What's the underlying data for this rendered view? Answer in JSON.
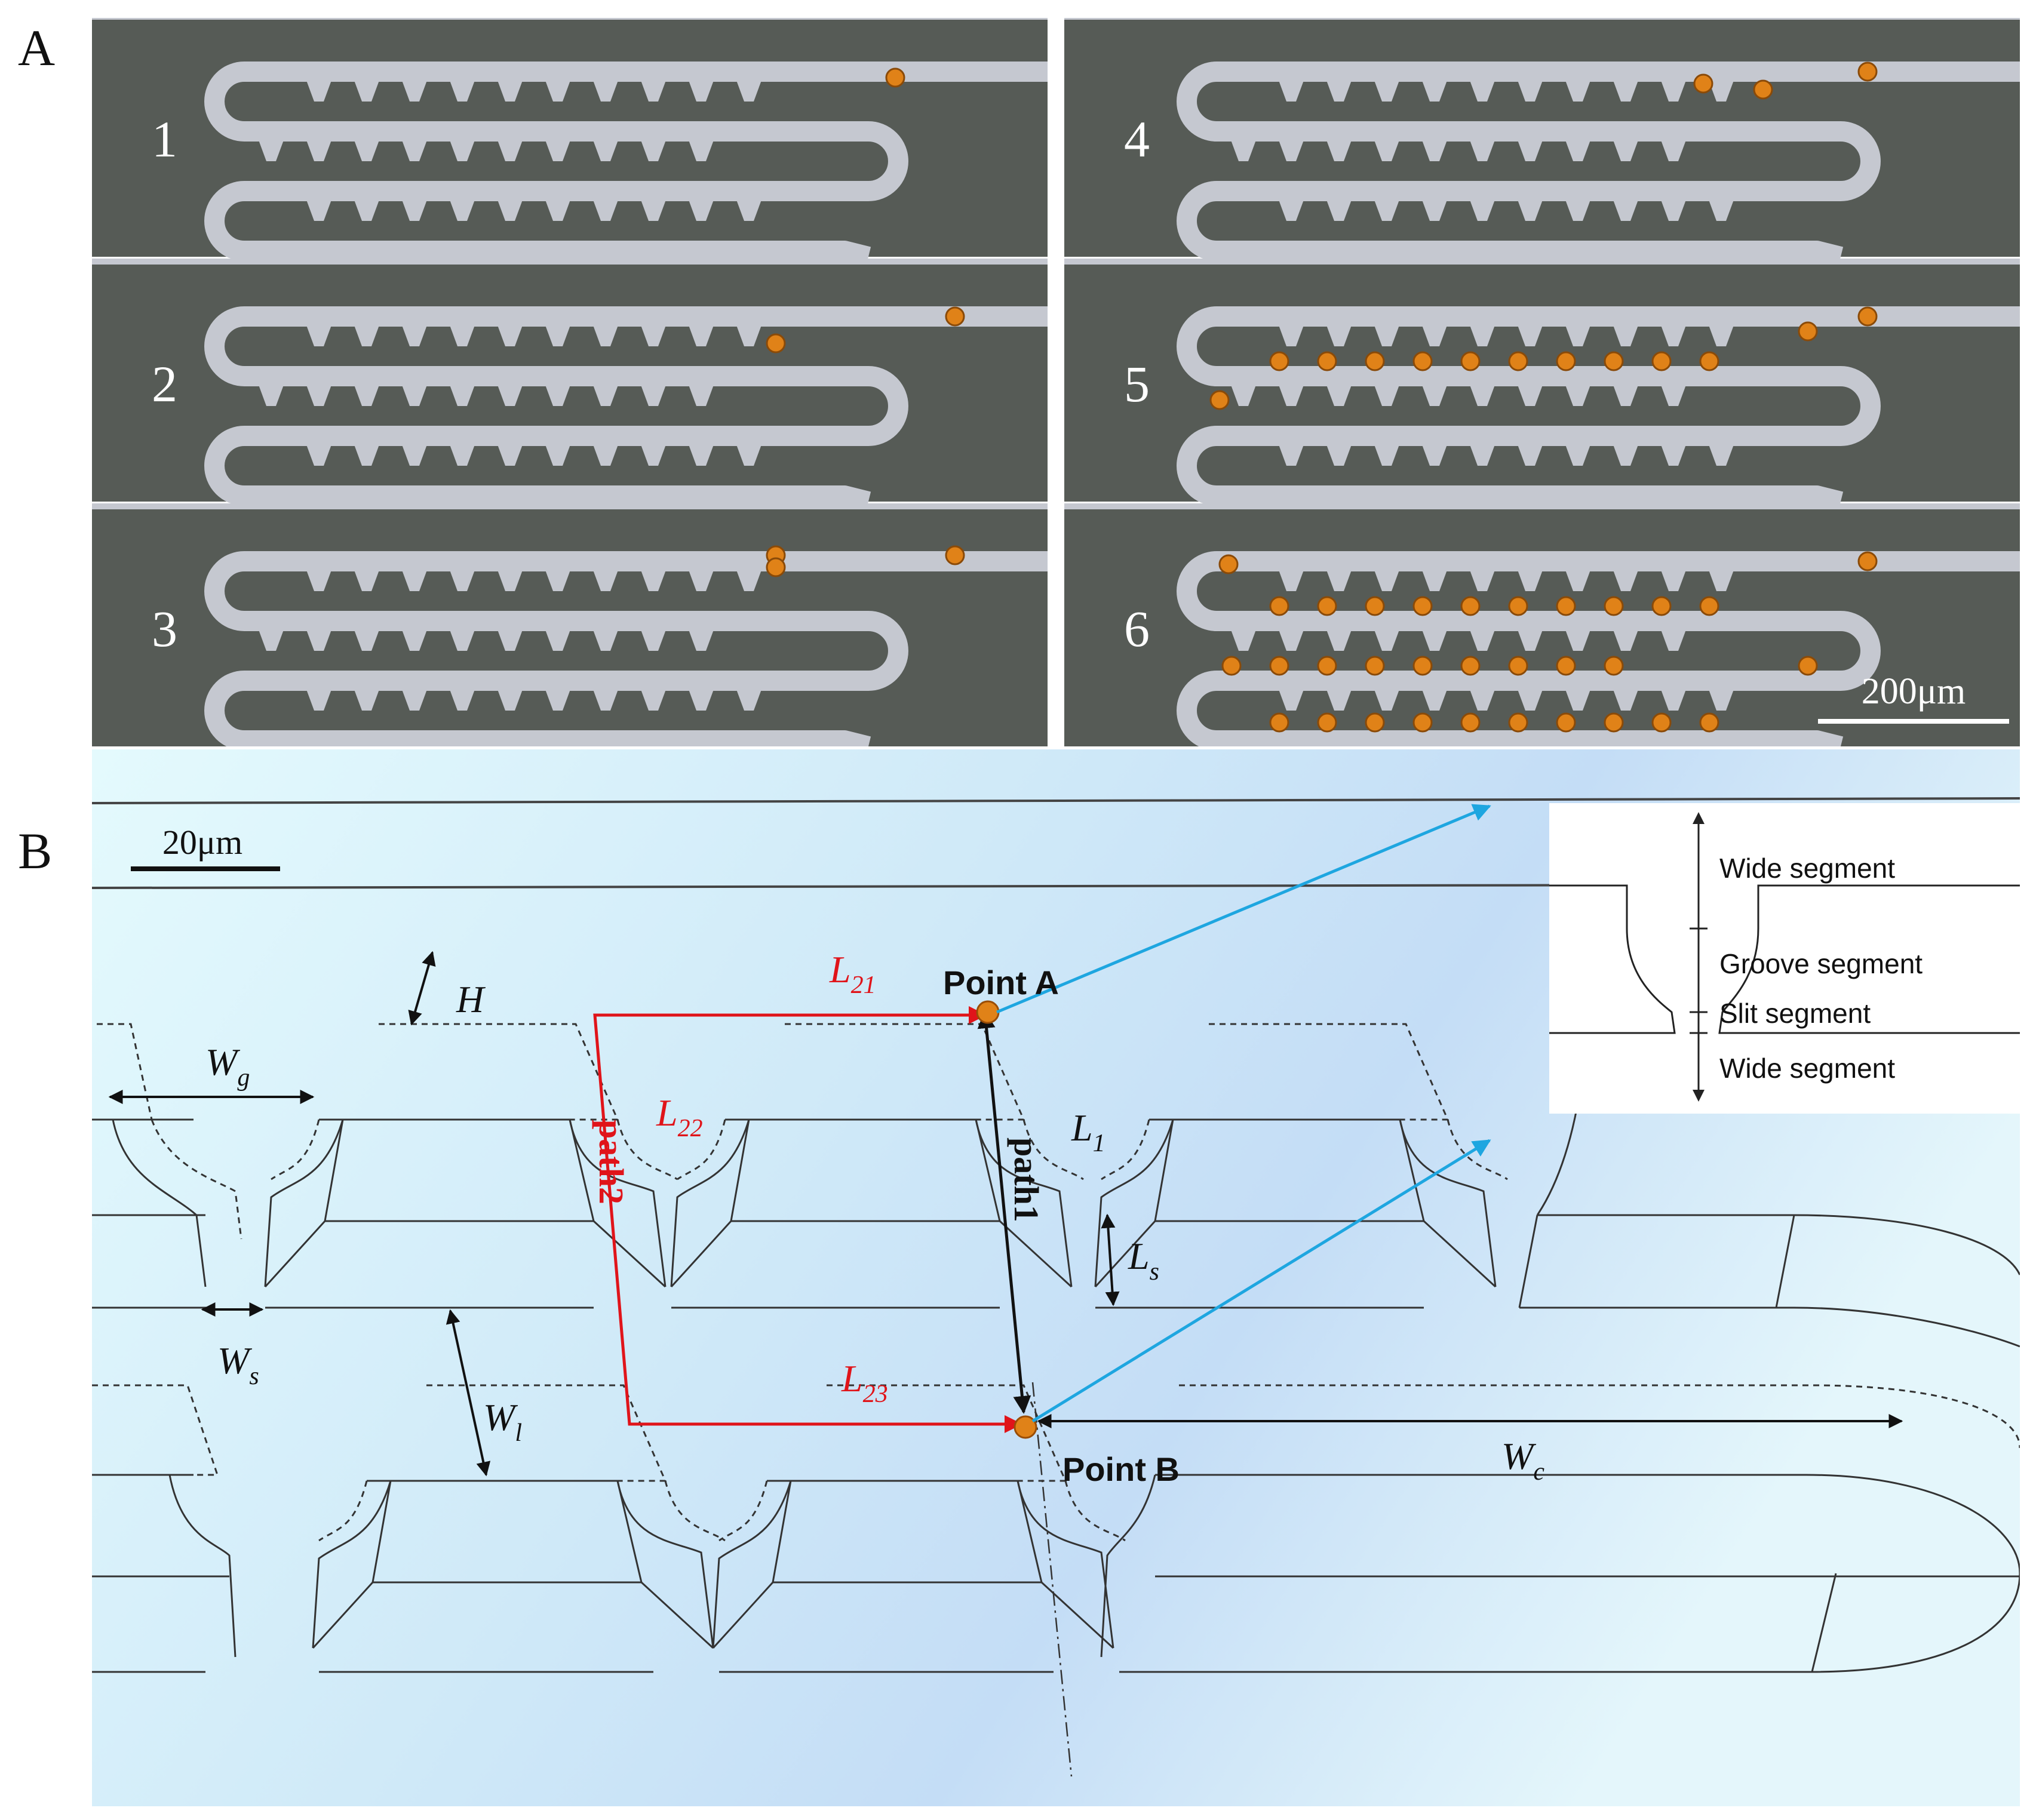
{
  "panel_a": {
    "label": "A",
    "frames": [
      "1",
      "2",
      "3",
      "4",
      "5",
      "6"
    ],
    "scale_bar": "200μm",
    "colors": {
      "background": "#565b56",
      "channel": "#c5c8d0",
      "particle": "#e08218"
    }
  },
  "panel_b": {
    "label": "B",
    "scale_bar": "20μm",
    "point_a": "Point A",
    "point_b": "Point B",
    "path1": "path1",
    "path2": "path2",
    "dimensions": {
      "wg": {
        "main": "W",
        "sub": "g"
      },
      "h": {
        "main": "H",
        "sub": ""
      },
      "ws": {
        "main": "W",
        "sub": "s"
      },
      "wl": {
        "main": "W",
        "sub": "l"
      },
      "ls": {
        "main": "L",
        "sub": "s"
      },
      "l1": {
        "main": "L",
        "sub": "1"
      },
      "l21": {
        "main": "L",
        "sub": "21"
      },
      "l22": {
        "main": "L",
        "sub": "22"
      },
      "l23": {
        "main": "L",
        "sub": "23"
      },
      "wc": {
        "main": "W",
        "sub": "c"
      }
    },
    "inset": {
      "wide_top": "Wide segment",
      "groove": "Groove segment",
      "slit": "Slit segment",
      "wide_bottom": "Wide segment"
    },
    "colors": {
      "path2": "#e0141a",
      "pointer": "#1ea6e0",
      "particle": "#e08218"
    }
  }
}
